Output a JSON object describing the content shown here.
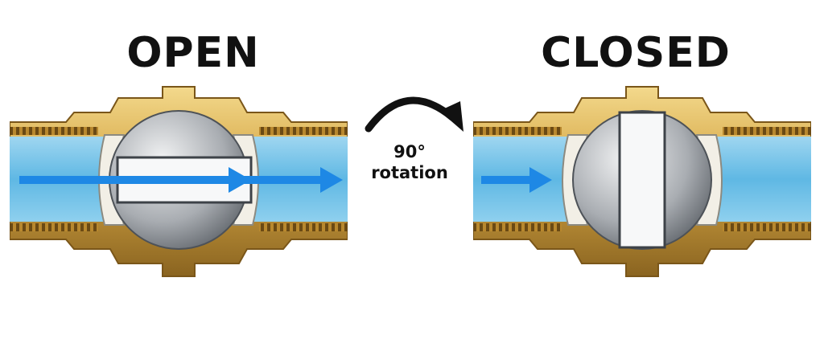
{
  "open_state": {
    "title": "OPEN"
  },
  "closed_state": {
    "title": "CLOSED"
  },
  "rotation": {
    "degrees": "90°",
    "word": "rotation"
  },
  "colors": {
    "brass_light": "#e8c46a",
    "brass_mid": "#c99a3a",
    "brass_dark": "#8a6420",
    "water": "#6ec3ea",
    "water_light": "#a9dcf3",
    "flow_arrow": "#1e88e5",
    "ball_light": "#e2e4e6",
    "ball_dark": "#7d8288",
    "seat": "#f2efe6",
    "text": "#111111"
  }
}
